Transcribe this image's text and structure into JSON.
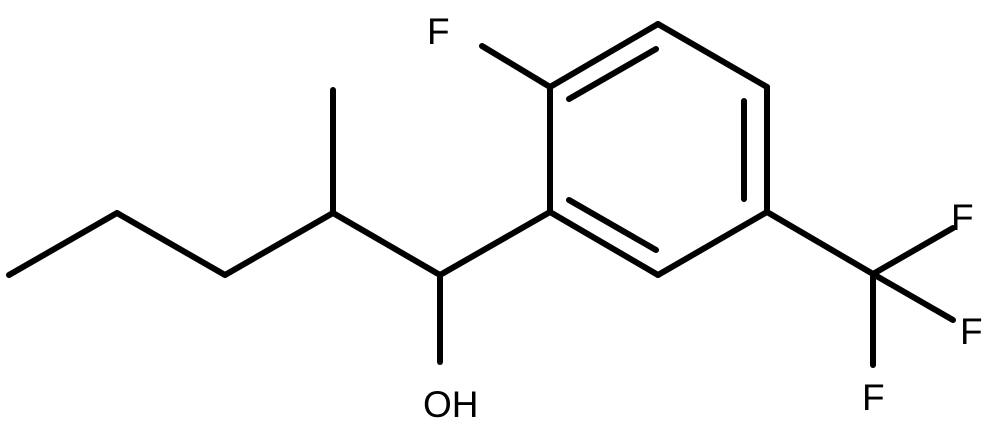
{
  "atoms": {
    "fluoro_ring": "F",
    "cf3_f_upper": "F",
    "cf3_f_middle": "F",
    "cf3_f_lower": "F",
    "hydroxyl": "OH"
  },
  "colors": {
    "bond": "#000000",
    "label": "#000000",
    "background": "#ffffff"
  }
}
